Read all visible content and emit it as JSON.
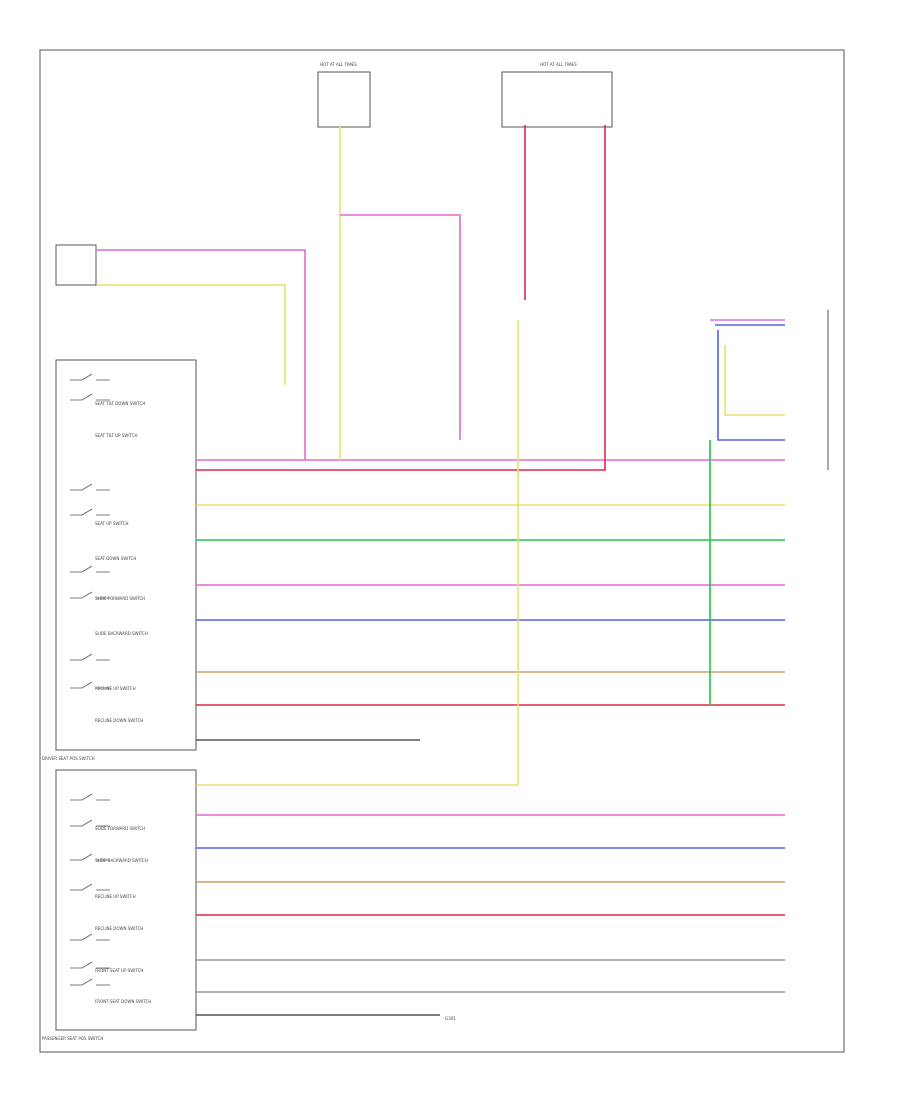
{
  "colors": {
    "pink": "#e06ad9",
    "yellow": "#e8e070",
    "red": "#e0284a",
    "green": "#22c34a",
    "blue": "#5060e8",
    "tan": "#c8a060",
    "black": "#555555",
    "gray": "#999999",
    "frame": "#777777"
  },
  "labels": {
    "driver_switch": "DRIVER SEAT POS SWITCH",
    "passenger_switch": "PASSENGER SEAT POS SWITCH",
    "sw_tilt_down": "SEAT TILT DOWN SWITCH",
    "sw_tilt_up": "SEAT TILT UP SWITCH",
    "sw_seat_up": "SEAT UP SWITCH",
    "sw_seat_down": "SEAT DOWN SWITCH",
    "sw_slide_fwd": "SLIDE FORWARD SWITCH",
    "sw_slide_back": "SLIDE BACKWARD SWITCH",
    "sw_recline_up": "RECLINE UP SWITCH",
    "sw_recline_down": "RECLINE DOWN SWITCH",
    "psw_slide_fwd": "SLIDE FORWARD SWITCH",
    "psw_slide_back": "SLIDE BACKWARD SWITCH",
    "psw_recline_up": "RECLINE UP SWITCH",
    "psw_recline_down": "RECLINE DOWN SWITCH",
    "psw_seat_up": "FRONT SEAT UP SWITCH",
    "psw_seat_down": "FRONT SEAT DOWN SWITCH",
    "fuse_box_top": "HOT AT ALL TIMES",
    "fuse_top_right": "HOT AT ALL TIMES",
    "ground_label": "G301"
  }
}
